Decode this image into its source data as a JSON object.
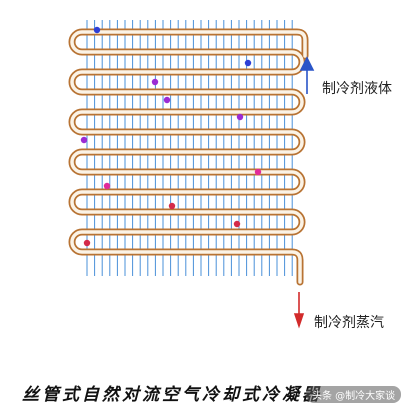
{
  "labels": {
    "refrigerant_liquid": "制冷剂液体",
    "refrigerant_vapor": "制冷剂蒸汽"
  },
  "caption": "丝管式自然对流空气冷却式冷凝器",
  "watermark": "头条 @制冷大家谈",
  "colors": {
    "tube_outline": "#b87333",
    "tube_fill": "#fbf3e6",
    "wire": "#4a90d9",
    "arrow": "#2a55c8",
    "arrow_out": "#d22b2b",
    "dot_blue": "#2d3fd6",
    "dot_purple": "#9b2bd4",
    "dot_magenta": "#e12b9a",
    "dot_red": "#d42b4a"
  },
  "icons": [
    "inlet-arrow-icon",
    "outlet-arrow-icon"
  ]
}
